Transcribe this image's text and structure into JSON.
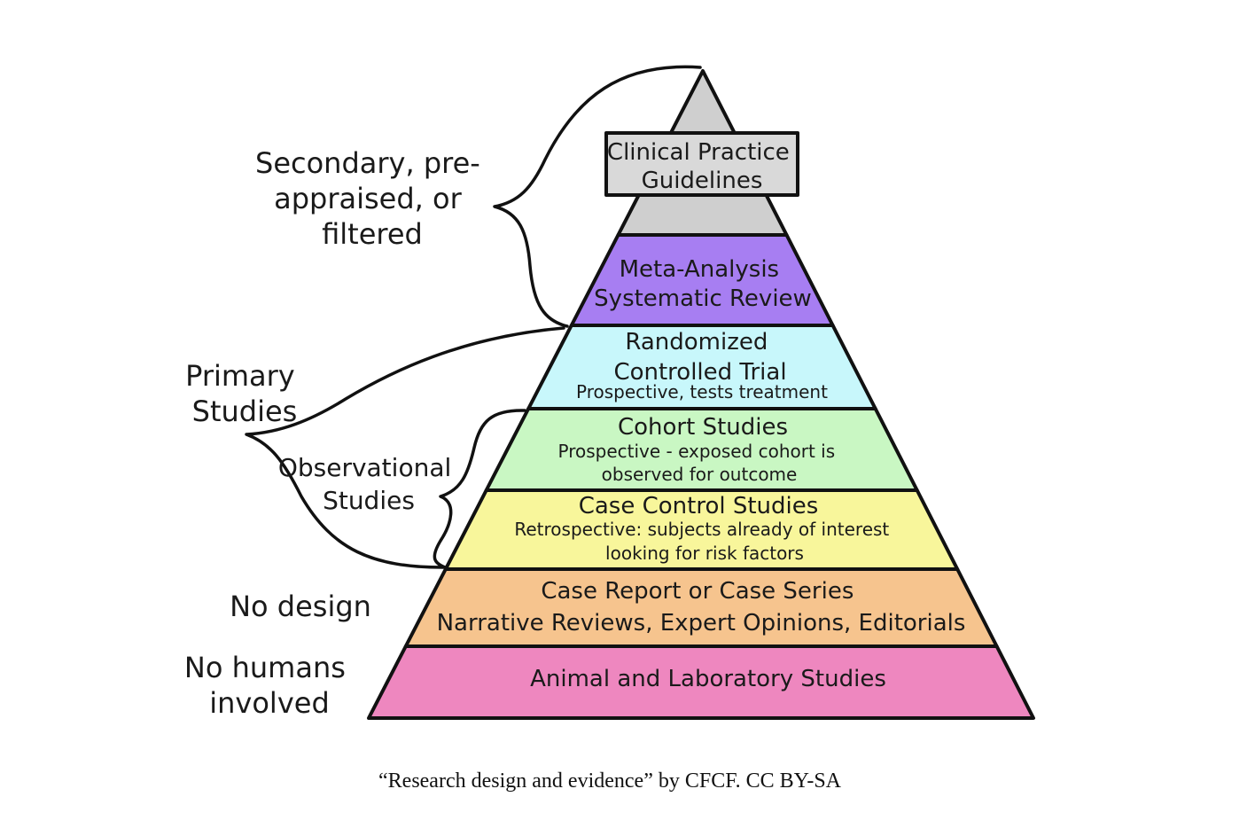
{
  "pyramid": {
    "apex": {
      "label_lines": [
        "Clinical Practice",
        "Guidelines"
      ],
      "fill": "#cfcfcf",
      "box_fill": "#d9d9d9"
    },
    "meta": {
      "label_lines": [
        "Meta-Analysis",
        "Systematic Review"
      ],
      "fill": "#a77ef2"
    },
    "rct": {
      "label_lines": [
        "Randomized",
        "Controlled Trial"
      ],
      "sub_lines": [
        "Prospective, tests treatment"
      ],
      "fill": "#c8f7fb"
    },
    "cohort": {
      "label_lines": [
        "Cohort Studies"
      ],
      "sub_lines": [
        "Prospective - exposed cohort is",
        "observed for outcome"
      ],
      "fill": "#c9f7c3"
    },
    "casecontrol": {
      "label_lines": [
        "Case Control Studies"
      ],
      "sub_lines": [
        "Retrospective: subjects already of interest",
        "looking for risk factors"
      ],
      "fill": "#f8f69b"
    },
    "casereport": {
      "label_lines": [
        "Case Report or Case Series",
        "Narrative Reviews, Expert Opinions, Editorials"
      ],
      "fill": "#f6c48e"
    },
    "animal": {
      "label_lines": [
        "Animal and Laboratory Studies"
      ],
      "fill": "#ee87bf"
    }
  },
  "side_labels": {
    "secondary": [
      "Secondary, pre-",
      "appraised, or",
      "filtered"
    ],
    "primary": [
      "Primary",
      "Studies"
    ],
    "observational": [
      "Observational",
      "Studies"
    ],
    "no_design": [
      "No design"
    ],
    "no_humans": [
      "No humans",
      "involved"
    ]
  },
  "caption": "“Research design and evidence” by CFCF. CC BY-SA"
}
